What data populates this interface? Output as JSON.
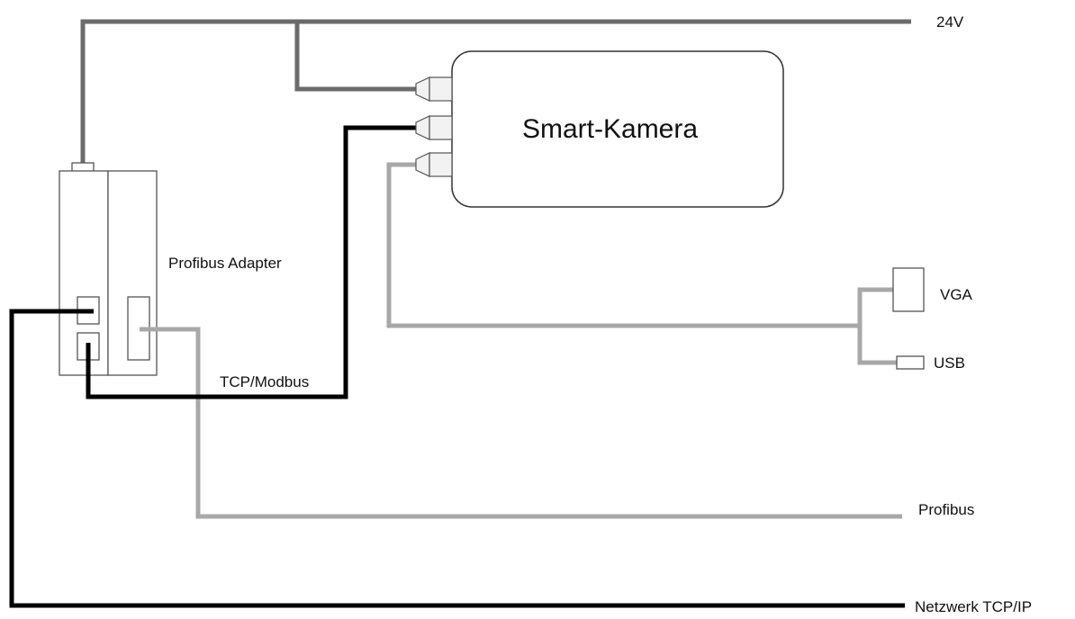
{
  "diagram": {
    "labels": {
      "power": "24V",
      "camera": "Smart-Kamera",
      "adapter": "Profibus Adapter",
      "vga": "VGA",
      "usb": "USB",
      "tcp_modbus": "TCP/Modbus",
      "profibus": "Profibus",
      "network": "Netzwerk TCP/IP"
    },
    "colors": {
      "power_line": "#6b6b6b",
      "profibus_line": "#a8a8a8",
      "video_line": "#a8a8a8",
      "network_line": "#000000",
      "box_stroke": "#555555"
    }
  }
}
